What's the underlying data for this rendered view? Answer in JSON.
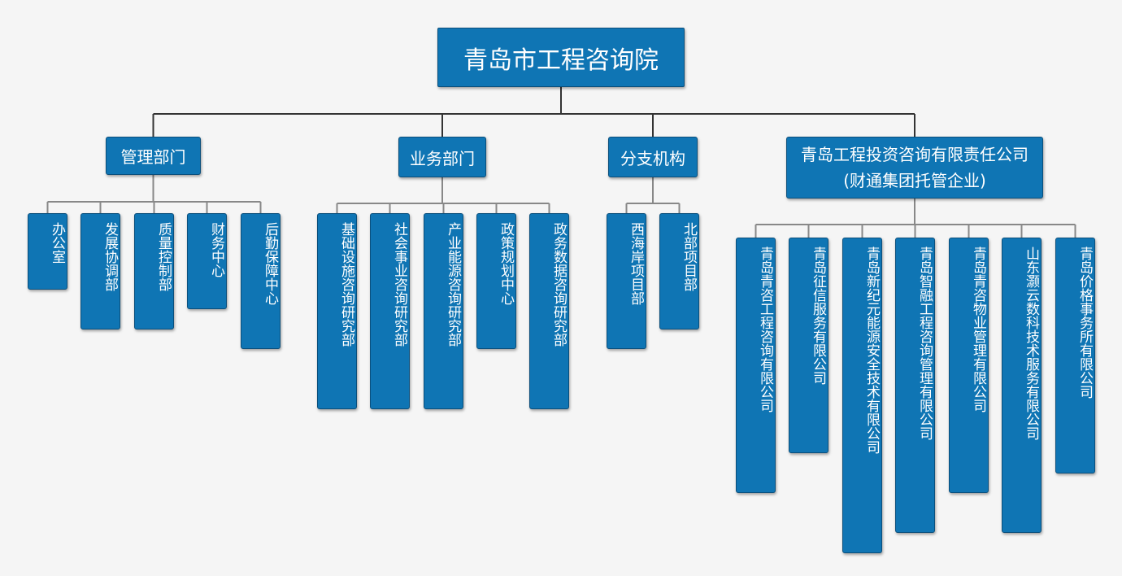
{
  "root": "青岛市工程咨询院",
  "groups": [
    {
      "label": "管理部门",
      "children": [
        "办公室",
        "发展协调部",
        "质量控制部",
        "财务中心",
        "后勤保障中心"
      ]
    },
    {
      "label": "业务部门",
      "children": [
        "基础设施咨询研究部",
        "社会事业咨询研究部",
        "产业能源咨询研究部",
        "政策规划中心",
        "政务数据咨询研究部"
      ]
    },
    {
      "label": "分支机构",
      "children": [
        "西海岸项目部",
        "北部项目部"
      ]
    },
    {
      "label": "青岛工程投资咨询有限责任公司",
      "sublabel": "(财通集团托管企业)",
      "children": [
        "青岛青咨工程咨询有限公司",
        "青岛征信服务有限公司",
        "青岛新纪元能源安全技术有限公司",
        "青岛智融工程咨询管理有限公司",
        "青岛青咨物业管理有限公司",
        "山东灏云数科技术服务有限公司",
        "青岛价格事务所有限公司"
      ]
    }
  ],
  "colors": {
    "box": "#0f75b4",
    "line": "#222222",
    "background": "#f5f5f5"
  }
}
